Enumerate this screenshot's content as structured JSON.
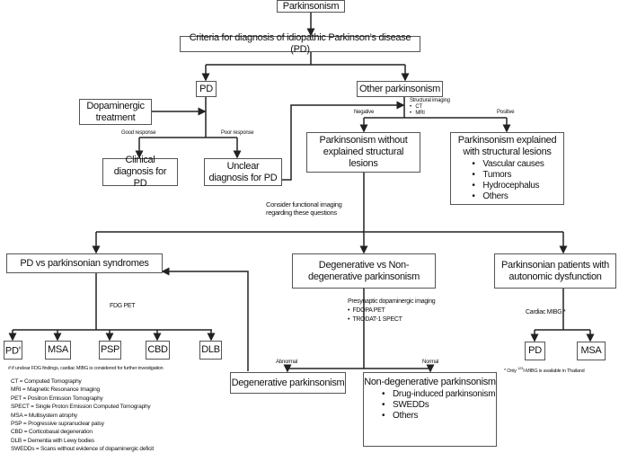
{
  "nodes": {
    "parkinsonism": "Parkinsonism",
    "criteria": "Criteria for diagnosis of idiopathic Parkinson’s disease (PD)",
    "pd": "PD",
    "other": "Other parkinsonism",
    "dopaminergic": "Dopaminergic treatment",
    "clinical": "Clinical diagnosis for PD",
    "unclear": "Unclear diagnosis for PD",
    "without_lesions": "Parkinsonism without explained structural lesions",
    "explained_title": "Parkinsonism explained with structural lesions",
    "explained_items": [
      "Vascular causes",
      "Tumors",
      "Hydrocephalus",
      "Others"
    ],
    "pd_vs": "PD vs parkinsonian syndromes",
    "deg_vs": "Degenerative vs Non-degenerative parkinsonism",
    "autonomic": "Parkinsonian patients with autonomic dysfunction",
    "fdg_children": [
      "PD",
      "MSA",
      "PSP",
      "CBD",
      "DLB"
    ],
    "pd_hash": "#",
    "degenerative": "Degenerative parkinsonism",
    "nondeg_title": "Non-degenerative parkinsonism",
    "nondeg_items": [
      "Drug-induced parkinsonism",
      "SWEDDs",
      "Others"
    ],
    "mibg_children": [
      "PD",
      "MSA"
    ]
  },
  "labels": {
    "structural_imaging": "Structural imaging",
    "structural_items": [
      "CT",
      "MRI"
    ],
    "negative": "Negative",
    "positive": "Positive",
    "good_response": "Good response",
    "poor_response": "Poor response",
    "consider": "Consider functional imaging regarding these questions",
    "fdg_pet": "FDG PET",
    "presynaptic": "Presynaptic dopaminergic imaging",
    "presynaptic_items": [
      "FDOPA PET",
      "TRODAT-1 SPECT"
    ],
    "abnormal": "Abnormal",
    "normal": "Normal",
    "cardiac_mibg": "Cardiac MIBG *",
    "fdg_footnote": "# if unclear FDG findings, cardiac MIBG is considered for further investigation",
    "mibg_footnote_pre": "* Only ",
    "mibg_footnote_sup": "123",
    "mibg_footnote_post": "I-MIBG is available in Thailand"
  },
  "legend": [
    "CT = Computed Tomography",
    "MRI = Magnetic Resonance Imaging",
    "PET = Positron Emission Tomography",
    "SPECT = Single Proton Emission Computed Tomography",
    "MSA = Multisystem atrophy",
    "PSP = Progressive supranuclear palsy",
    "CBD = Corticobasal degeneration",
    "DLB = Dementia with  Lewy bodies",
    "SWEDDs = Scans without evidence of dopaminergic deficit"
  ]
}
